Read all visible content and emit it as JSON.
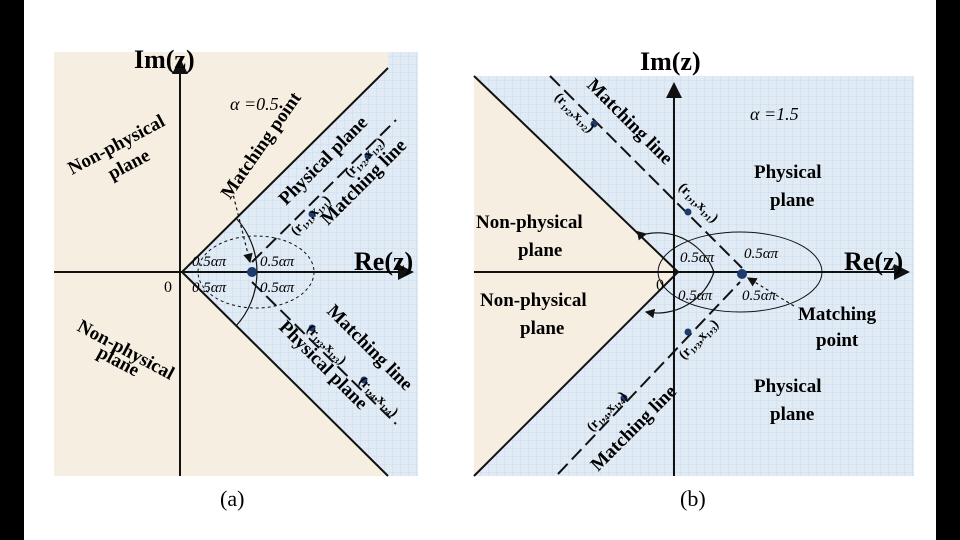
{
  "colors": {
    "physical": "#e1ebf5",
    "non_physical": "#f7eee2",
    "grid": "#b9cde2",
    "line": "#111111",
    "point": "#1f3a6e"
  },
  "panel_a": {
    "im_axis": "Im(z)",
    "re_axis": "Re(z)",
    "origin": "0",
    "alpha": "α =0.5",
    "non_physical_upper_1": "Non-physical",
    "non_physical_upper_2": "plane",
    "non_physical_lower_1": "Non-physical",
    "non_physical_lower_2": "plane",
    "physical_upper": "Physical plane",
    "physical_lower": "Physical plane",
    "matching_point": "Matching point",
    "matching_line_upper": "Matching line",
    "matching_line_lower": "Matching line",
    "pair_1": "(r₁,₁,x₁,₁)",
    "pair_2": "(r₁,₂,x₁,₂)",
    "pair_3": "(r₁,₃,x₁,₃)",
    "pair_4": "(r₁,₄,x₁,₄)",
    "angle_1": "0.5απ",
    "angle_2": "0.5απ",
    "angle_3": "0.5απ",
    "angle_4": "0.5απ",
    "caption": "(a)"
  },
  "panel_b": {
    "im_axis": "Im(z)",
    "re_axis": "Re(z)",
    "origin": "0",
    "alpha": "α =1.5",
    "physical_upper_1": "Physical",
    "physical_upper_2": "plane",
    "physical_lower_1": "Physical",
    "physical_lower_2": "plane",
    "non_physical_upper_1": "Non-physical",
    "non_physical_upper_2": "plane",
    "non_physical_lower_1": "Non-physical",
    "non_physical_lower_2": "plane",
    "matching_point_1": "Matching",
    "matching_point_2": "point",
    "matching_line_upper": "Matching line",
    "matching_line_lower": "Matching line",
    "pair_1": "(r₁,₁,x₁,₁)",
    "pair_2": "(r₁,₂,x₁,₂)",
    "pair_3": "(r₁,₃,x₁,₃)",
    "pair_4": "(r₁,₄,x₁,₄)",
    "angle_1": "0.5απ",
    "angle_2": "0.5απ",
    "angle_3": "0.5απ",
    "angle_4": "0.5απ",
    "caption": "(b)"
  }
}
